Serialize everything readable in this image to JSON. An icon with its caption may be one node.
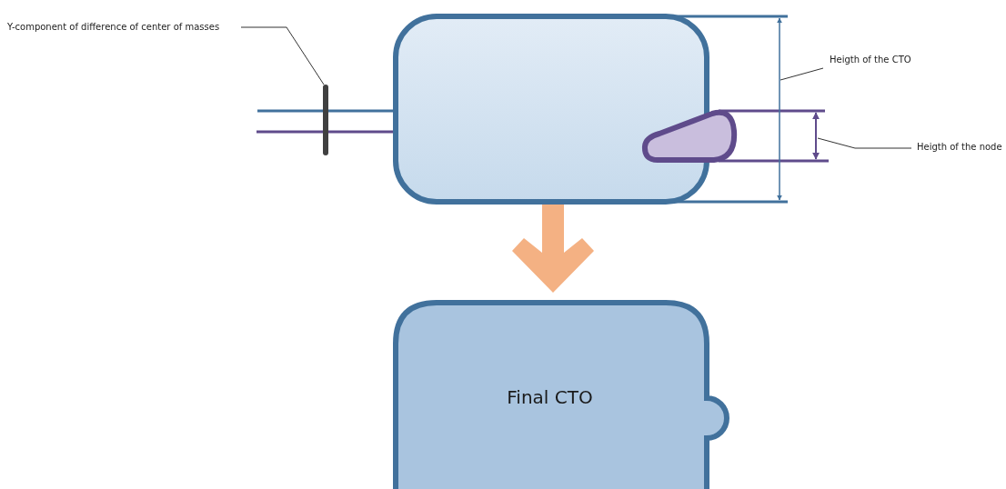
{
  "diagram": {
    "nodes": [
      {
        "text": [],
        "shape": "box"
      },
      {
        "text": [],
        "shape": "box"
      },
      {
        "text": [
          "Final CTO"
        ]
      },
      {
        "text": [
          "Y-component of difference of center of masses"
        ]
      },
      {
        "text": [
          "Heigth of the CTO"
        ]
      },
      {
        "text": [
          "Heigth of the node"
        ]
      },
      {
        "text": [],
        "shape": "bar"
      }
    ],
    "edges": [
      {
        "from": 0,
        "to": 2,
        "arrow": "to",
        "style": "thick",
        "color": "#f4b183"
      },
      {
        "from": 3,
        "to": 6,
        "arrow": "none"
      },
      {
        "from": 4,
        "to": null,
        "arrow": "none"
      },
      {
        "from": 5,
        "to": null,
        "arrow": "none"
      }
    ]
  }
}
